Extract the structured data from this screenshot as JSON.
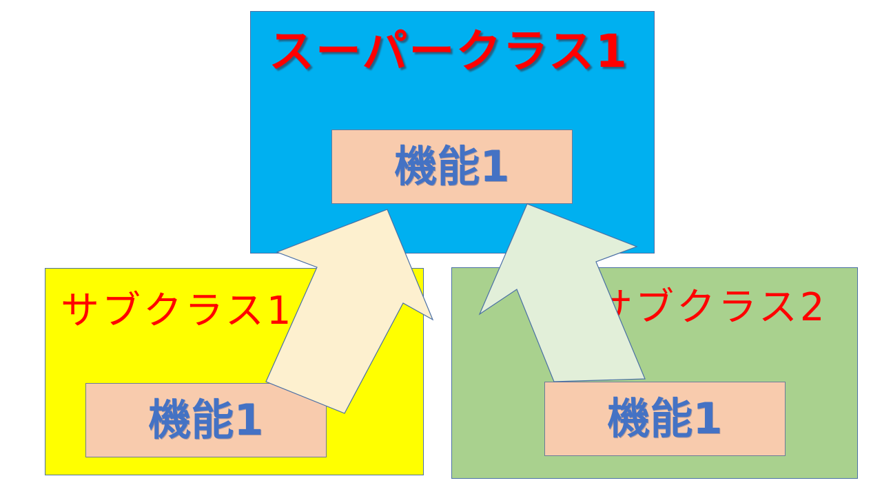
{
  "superclass": {
    "title": "スーパークラス1",
    "feature": "機能1",
    "color": "#00b0f0"
  },
  "subclasses": [
    {
      "title": "サブクラス1",
      "feature": "機能1",
      "color": "#ffff00"
    },
    {
      "title": "サブクラス2",
      "feature": "機能1",
      "color": "#a9d18e"
    }
  ],
  "colors": {
    "title_text": "#ff0000",
    "feature_text": "#4472c4",
    "feature_fill": "#f8cbad",
    "arrow1_fill": "#fdf0cf",
    "arrow2_fill": "#e2efd9",
    "border": "#4a6fa5"
  },
  "relations": [
    {
      "from": "subclass-1",
      "to": "superclass",
      "type": "inheritance-arrow"
    },
    {
      "from": "subclass-2",
      "to": "superclass",
      "type": "inheritance-arrow"
    }
  ]
}
